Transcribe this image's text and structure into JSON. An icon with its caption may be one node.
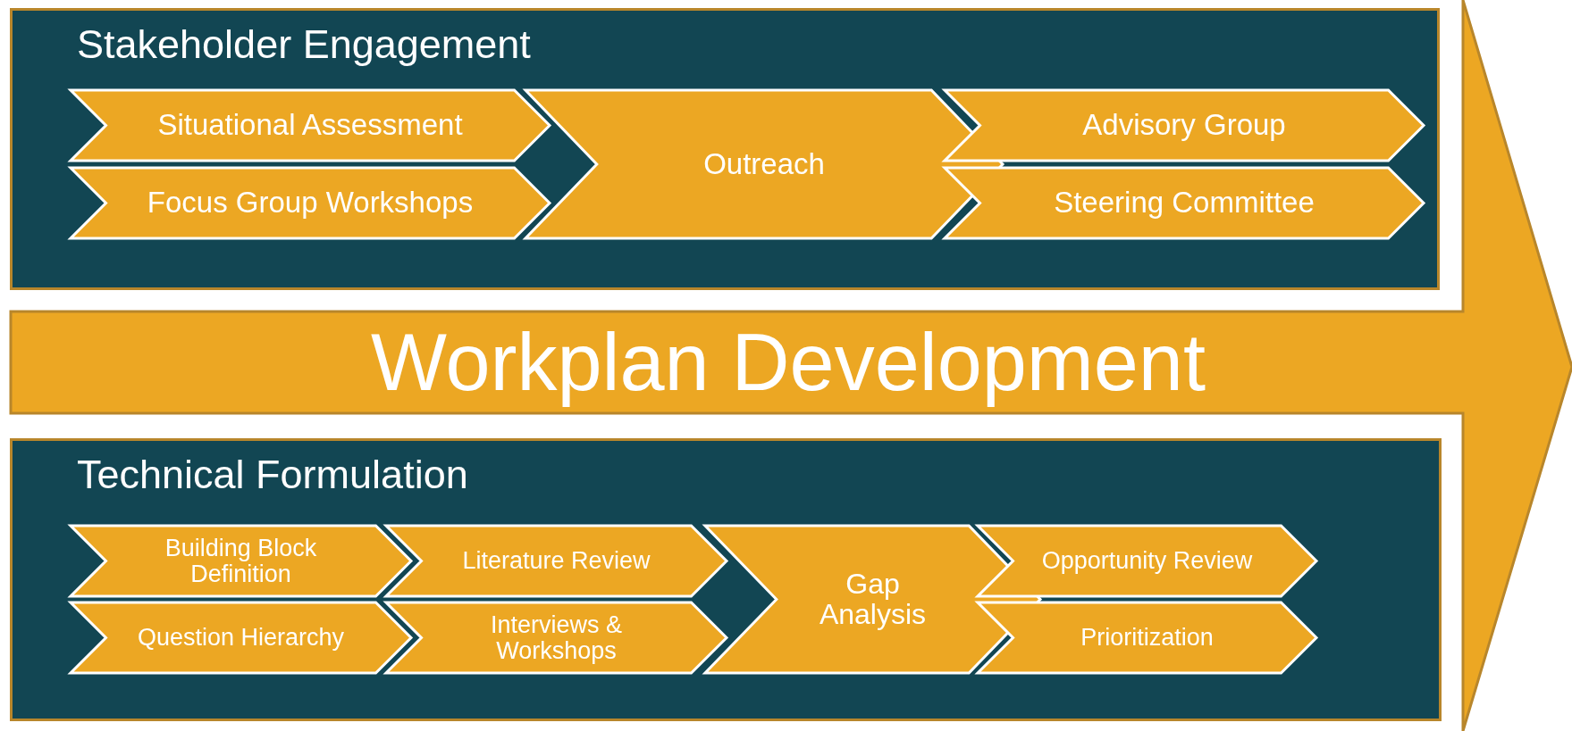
{
  "diagram": {
    "nodes": [
      {
        "text": [
          "Stakeholder Engagement"
        ]
      },
      {
        "text": [
          "Situational Assessment"
        ],
        "in": 0
      },
      {
        "text": [
          "Focus Group Workshops"
        ],
        "in": 0
      },
      {
        "text": [
          "Outreach"
        ],
        "in": 0
      },
      {
        "text": [
          "Advisory Group"
        ],
        "in": 0
      },
      {
        "text": [
          "Steering Committee"
        ],
        "in": 0
      },
      {
        "text": [
          "Workplan Development"
        ]
      },
      {
        "text": [
          "Technical Formulation"
        ]
      },
      {
        "text": [
          "Building Block Definition"
        ],
        "in": 7
      },
      {
        "text": [
          "Question Hierarchy"
        ],
        "in": 7
      },
      {
        "text": [
          "Literature Review"
        ],
        "in": 7
      },
      {
        "text": [
          "Interviews & Workshops"
        ],
        "in": 7
      },
      {
        "text": [
          "Gap Analysis"
        ],
        "in": 7
      },
      {
        "text": [
          "Opportunity Review"
        ],
        "in": 7
      },
      {
        "text": [
          "Prioritization"
        ],
        "in": 7
      }
    ]
  }
}
